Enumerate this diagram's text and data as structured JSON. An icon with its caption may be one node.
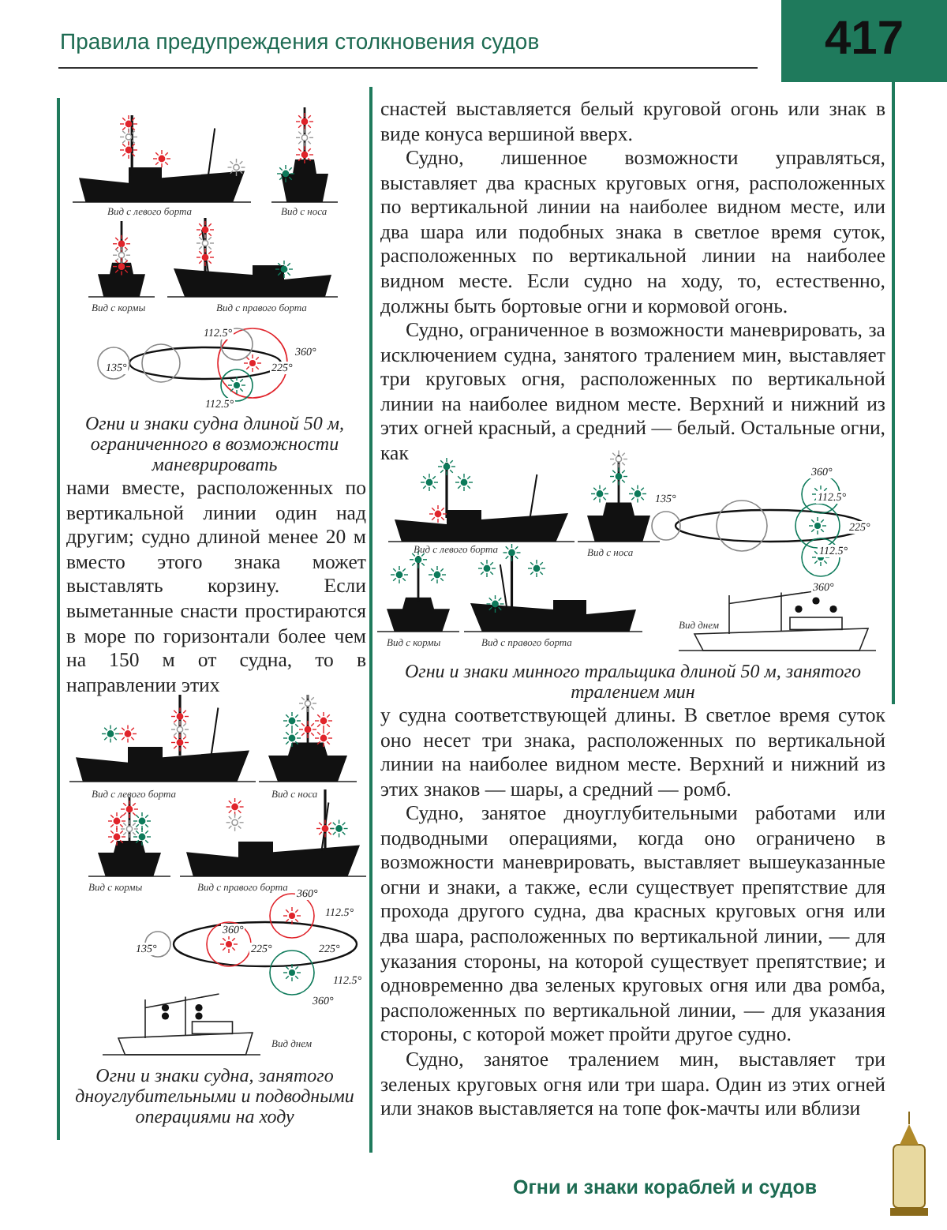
{
  "diagram": {
    "title": "Правила предупреждения столкновения судов",
    "labels": [
      "417",
      "Вид с левого борта",
      "Вид с носа",
      "Вид с кормы",
      "Вид с правого борта",
      "112.5°",
      "135°",
      "360°",
      "225°",
      "112.5°",
      "Огни и знаки судна длиной 50 м, ограниченного в возможности маневрировать",
      "нами вместе, расположенных по вертикальной линии один над другим; судно длиной менее 20 м вместо этого знака может выставлять корзину. Если выметанные снасти простираются в море по горизонтали более чем на 150 м от судна, то в направлении этих",
      "Вид с левого борта",
      "Вид с носа",
      "Вид с кормы",
      "Вид с правого борта",
      "360°",
      "112.5°",
      "135°",
      "360°",
      "225°",
      "225°",
      "112.5°",
      "360°",
      "Вид днем",
      "Огни и знаки судна, занятого дноуглубительными и подводными операциями на ходу",
      "снастей выставляется белый круговой огонь или знак в виде конуса вершиной вверх.",
      "Судно, лишенное возможности управляться, выставляет два красных круговых огня, расположенных по вертикальной линии на наиболее видном месте, или два шара или подобных знака в светлое время суток, расположенных по вертикальной линии на наиболее видном месте. Если судно на ходу, то, естественно, должны быть бортовые огни и кормовой огонь.",
      "Судно, ограниченное в возможности маневрировать, за исключением судна, занятого тралением мин, выставляет три круговых огня, расположенных по вертикальной линии на наиболее видном месте. Верхний и нижний из этих огней красный, а средний — белый. Остальные огни, как",
      "Вид с левого борта",
      "Вид с носа",
      "Вид с кормы",
      "Вид с правого борта",
      "135°",
      "360°",
      "112.5°",
      "225°",
      "112.5°",
      "360°",
      "Вид днем",
      "Огни и знаки минного тральщика длиной 50 м, занятого тралением мин",
      "у судна соответствующей длины. В светлое время суток оно несет три знака, расположенных по вертикальной линии на наиболее видном месте. Верхний и нижний из этих знаков — шары, а средний — ромб.",
      "Судно, занятое дноуглубительными работами или подводными операциями, когда оно ограничено в возможности маневрировать, выставляет вышеуказанные огни и знаки, а также, если существует препятствие для прохода другого судна, два красных круговых огня или два шара, расположенных по вертикальной линии, — для указания стороны, на которой существует препятствие; и одновременно два зеленых круговых огня или два ромба, расположенных по вертикальной линии, — для указания стороны, с которой может пройти другое судно.",
      "Судно, занятое тралением мин, выставляет три зеленых круговых огня или три шара. Один из этих огней или знаков выставляется на топе фок-мачты или вблизи",
      "Огни и знаки кораблей и судов"
    ]
  }
}
